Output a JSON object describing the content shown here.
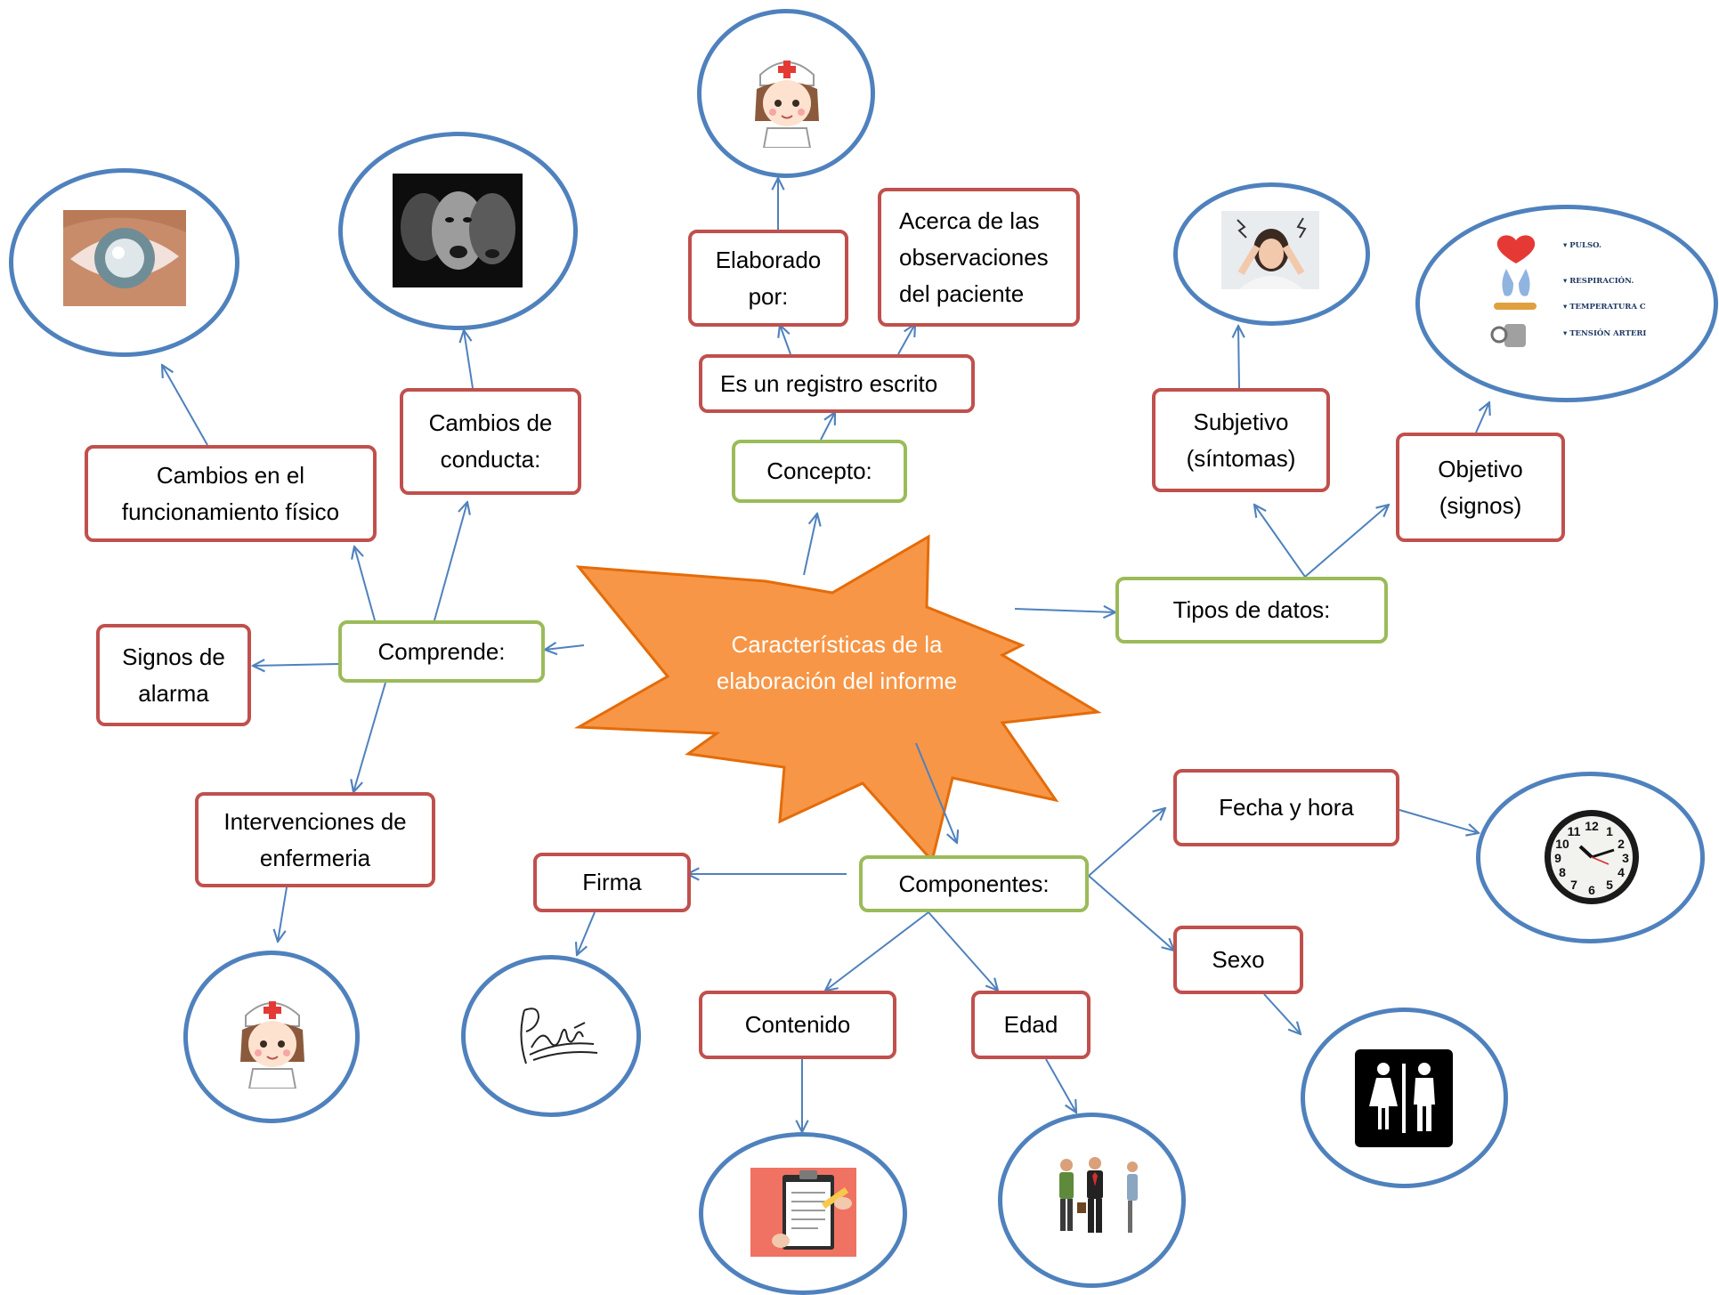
{
  "diagram": {
    "center": "Características de la\nelaboración del informe",
    "nodes": {
      "concepto": "Concepto:",
      "registro": "Es un registro escrito",
      "elaborado": "Elaborado\npor:",
      "acerca": "Acerca de las\nobservaciones\ndel paciente",
      "comprende": "Comprende:",
      "cambios_fisico": "Cambios en el\nfuncionamiento físico",
      "cambios_conducta": "Cambios de\nconducta:",
      "signos_alarma": "Signos de\nalarma",
      "intervenciones": "Intervenciones de\nenfermeria",
      "tipos": "Tipos de datos:",
      "subjetivo": "Subjetivo\n(síntomas)",
      "objetivo": "Objetivo\n(signos)",
      "componentes": "Componentes:",
      "firma": "Firma",
      "contenido": "Contenido",
      "edad": "Edad",
      "fecha": "Fecha y hora",
      "sexo": "Sexo"
    },
    "vital_signs": [
      "PULSO.",
      "RESPIRACIÓN.",
      "TEMPERATURA C",
      "TENSIÓN ARTERI"
    ],
    "clock_numbers": [
      "12",
      "1",
      "2",
      "3",
      "4",
      "5",
      "6",
      "7",
      "8",
      "9",
      "10",
      "11"
    ],
    "colors": {
      "star_fill": "#f79646",
      "star_stroke": "#e46c0a",
      "connector": "#4f81bd",
      "box_red": "#c0504d",
      "box_green": "#9bbb59"
    },
    "icons": [
      "eye-cataract-icon",
      "faces-emotion-icon",
      "nurse-icon",
      "headache-woman-icon",
      "vital-signs-icon",
      "clock-icon",
      "restroom-icon",
      "signature-icon",
      "clipboard-icon",
      "people-icon"
    ]
  }
}
